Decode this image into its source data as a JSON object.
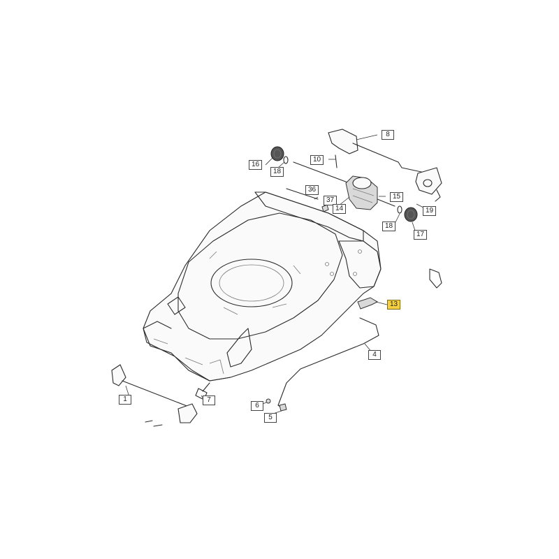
{
  "diagram": {
    "highlight_color": "#f6cf3e",
    "callouts": [
      {
        "id": "8",
        "text": "8",
        "highlight": false
      },
      {
        "id": "10",
        "text": "10",
        "highlight": false
      },
      {
        "id": "16",
        "text": "16",
        "highlight": false
      },
      {
        "id": "18a",
        "text": "18",
        "highlight": false
      },
      {
        "id": "36",
        "text": "36",
        "highlight": false
      },
      {
        "id": "37",
        "text": "37",
        "highlight": false
      },
      {
        "id": "15",
        "text": "15",
        "highlight": false
      },
      {
        "id": "14",
        "text": "14",
        "highlight": false
      },
      {
        "id": "19",
        "text": "19",
        "highlight": false
      },
      {
        "id": "18b",
        "text": "18",
        "highlight": false
      },
      {
        "id": "17",
        "text": "17",
        "highlight": false
      },
      {
        "id": "13",
        "text": "13",
        "highlight": true
      },
      {
        "id": "4",
        "text": "4",
        "highlight": false
      },
      {
        "id": "1",
        "text": "1",
        "highlight": false
      },
      {
        "id": "7",
        "text": "7",
        "highlight": false
      },
      {
        "id": "6",
        "text": "6",
        "highlight": false
      },
      {
        "id": "5",
        "text": "5",
        "highlight": false
      }
    ]
  }
}
